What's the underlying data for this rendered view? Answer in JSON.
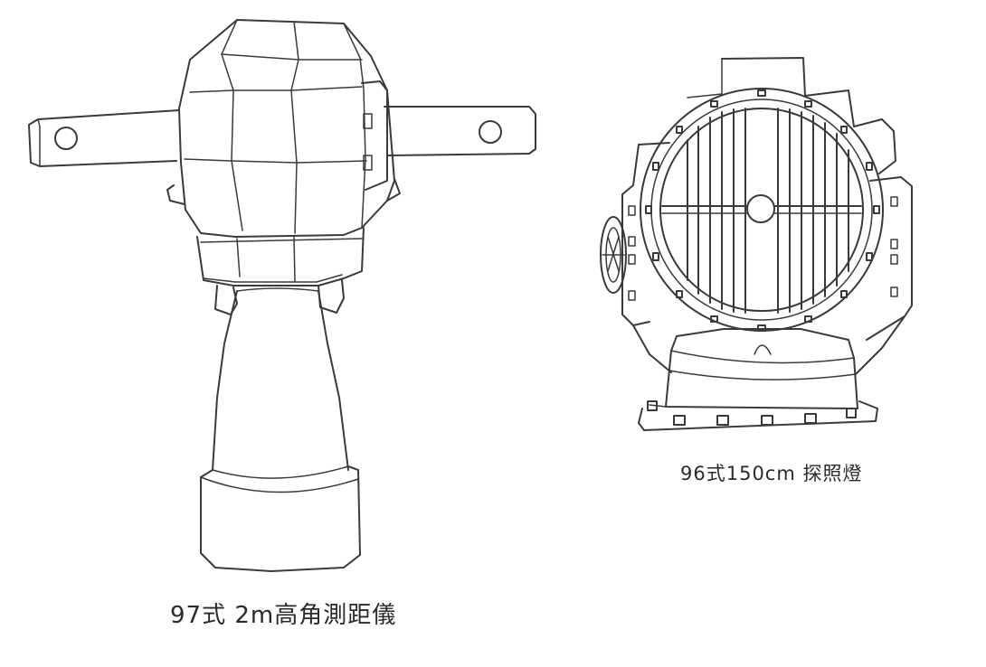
{
  "illustrations": [
    {
      "id": "rangefinder",
      "caption": "97式 2m高角測距儀"
    },
    {
      "id": "searchlight",
      "caption": "96式150cm 探照燈"
    }
  ],
  "colors": {
    "background": "#ffffff",
    "line": "#3a3a3a",
    "text": "#2a2a2a"
  }
}
